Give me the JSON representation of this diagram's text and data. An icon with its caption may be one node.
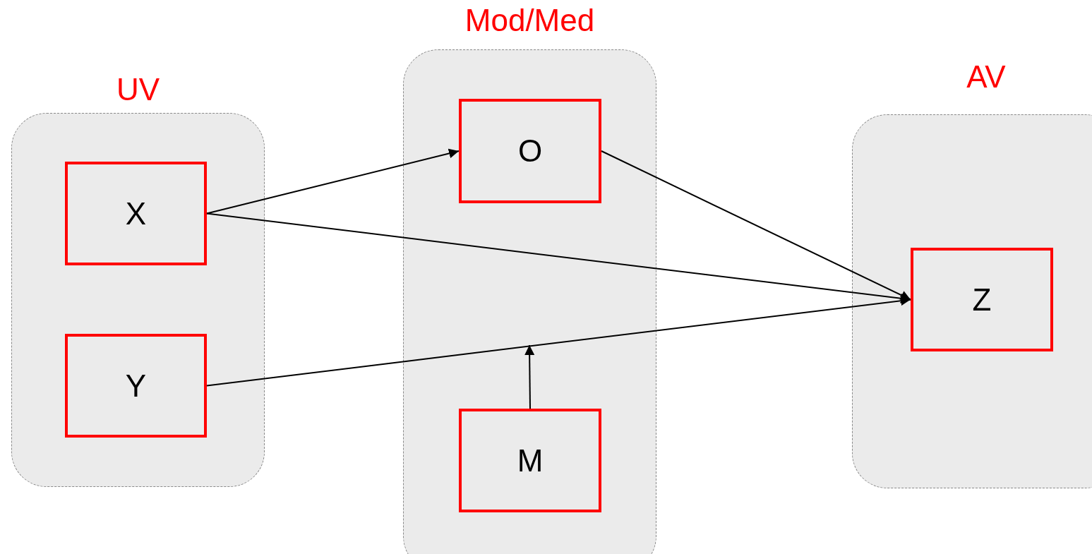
{
  "diagram": {
    "nodes": [
      {
        "text": [
          "UV"
        ]
      },
      {
        "text": [
          "X"
        ],
        "in": 0
      },
      {
        "text": [
          "Y"
        ],
        "in": 0
      },
      {
        "text": [
          "Mod/Med"
        ]
      },
      {
        "text": [
          "O"
        ],
        "in": 3
      },
      {
        "text": [
          "M"
        ],
        "in": 3
      },
      {
        "text": [
          "AV"
        ]
      },
      {
        "text": [
          "Z"
        ],
        "in": 6
      }
    ],
    "edges": [
      {
        "from": 1,
        "to": 4,
        "arrow": "to"
      },
      {
        "from": 1,
        "to": 7,
        "arrow": "to"
      },
      {
        "from": 4,
        "to": 7,
        "arrow": "to"
      },
      {
        "from": 2,
        "to": 7,
        "arrow": "to"
      },
      {
        "from": 5,
        "to": null,
        "arrow": "to"
      }
    ]
  }
}
